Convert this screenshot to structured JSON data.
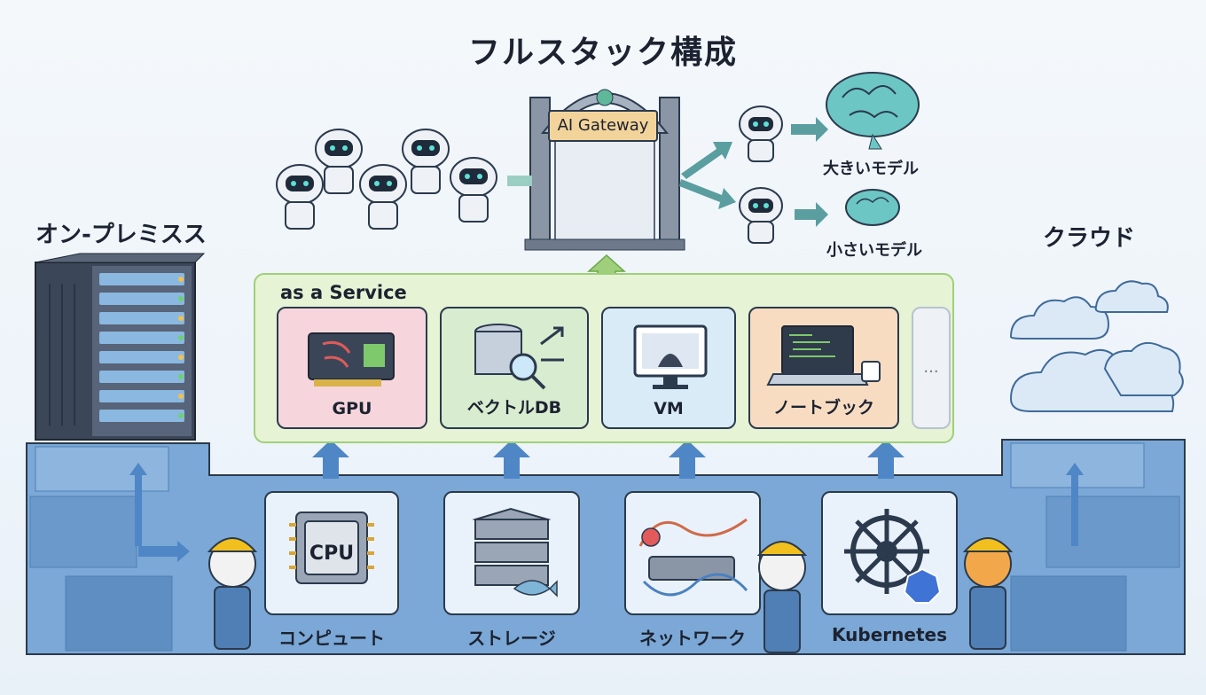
{
  "title": "フルスタック構成",
  "left_label": "オン-プレミスス",
  "right_label": "クラウド",
  "gateway": {
    "label": "AI Gateway"
  },
  "models": {
    "large": "大きいモデル",
    "small": "小さいモデル"
  },
  "services": {
    "title": "as a Service",
    "items": [
      {
        "label": "GPU",
        "color": "#f6d6dc"
      },
      {
        "label": "ベクトルDB",
        "color": "#d8ecd0"
      },
      {
        "label": "VM",
        "color": "#d9ebf7"
      },
      {
        "label": "ノートブック",
        "color": "#f7dcc2"
      }
    ],
    "more": "..."
  },
  "foundation": [
    {
      "label": "コンピュート",
      "chip": "CPU"
    },
    {
      "label": "ストレージ"
    },
    {
      "label": "ネットワーク"
    },
    {
      "label": "Kubernetes"
    }
  ],
  "colors": {
    "wall": "#7ba8d6",
    "wall_dark": "#4f7fb5",
    "arrow": "#4f86c6",
    "panel_green": "#e6f3d4"
  }
}
